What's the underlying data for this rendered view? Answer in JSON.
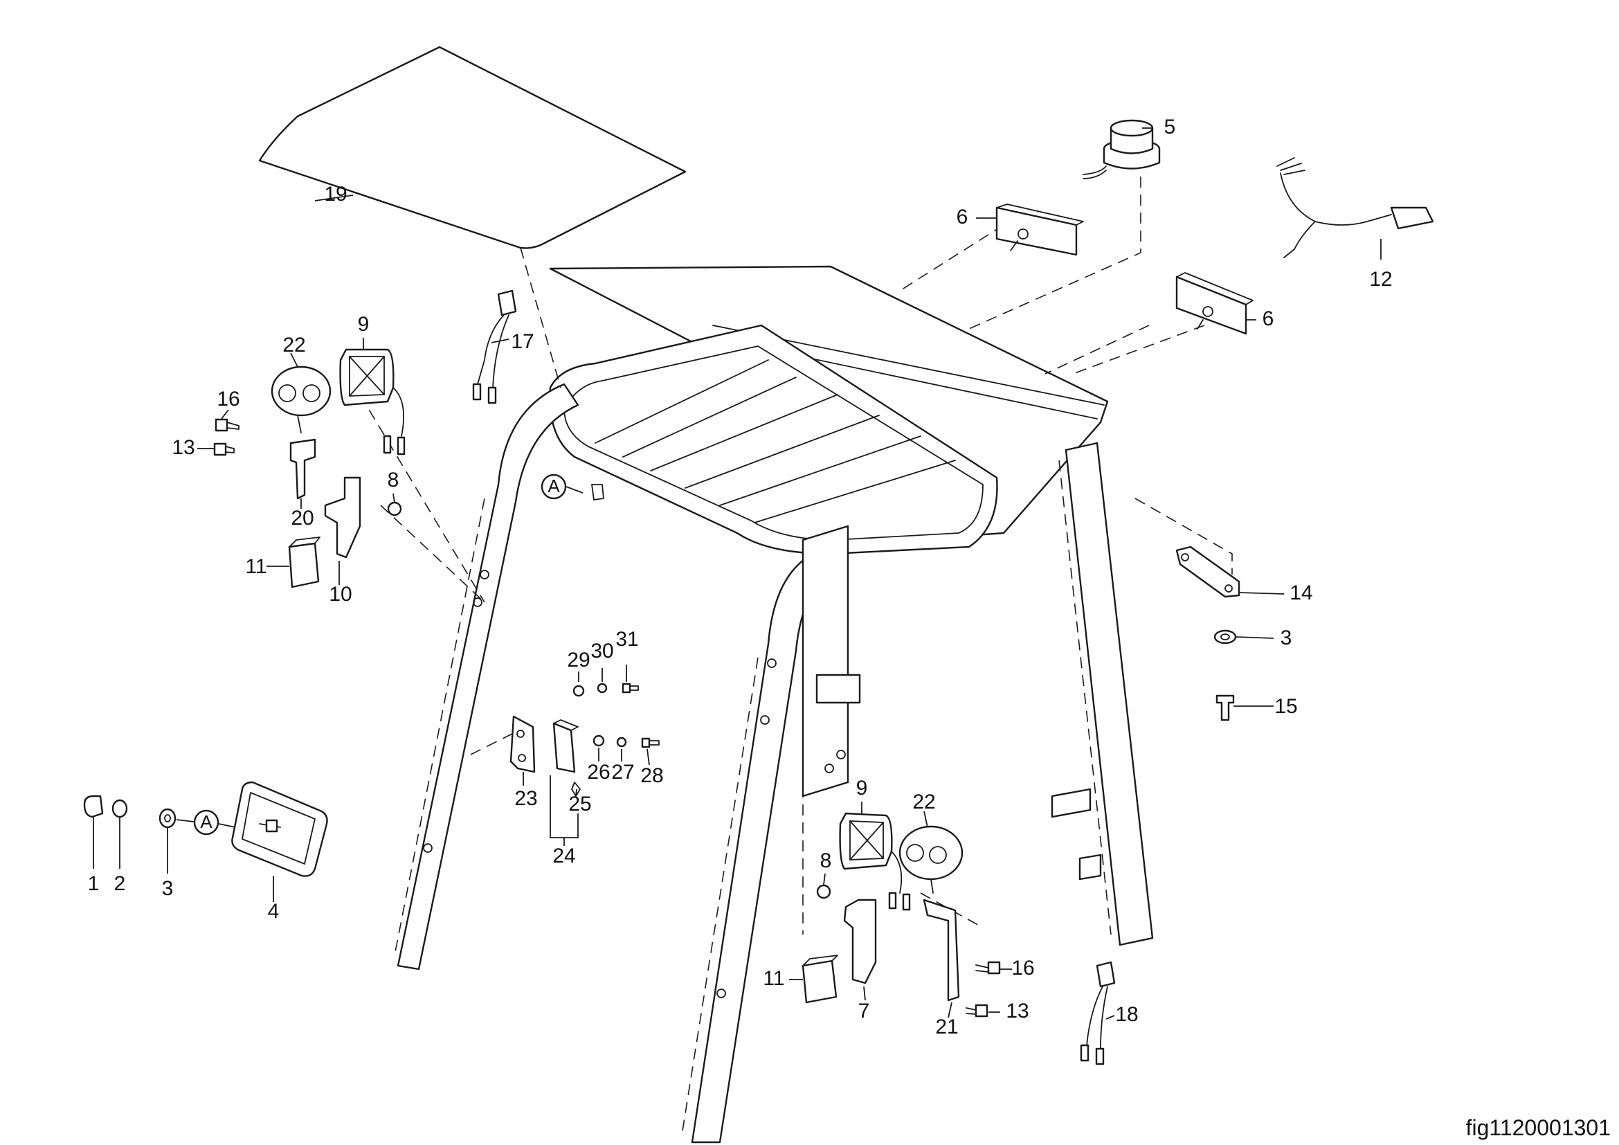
{
  "figure": {
    "figure_id": "fig1120001301",
    "ref_marker": "A"
  },
  "callouts": [
    {
      "key": "c1",
      "label": "1"
    },
    {
      "key": "c2",
      "label": "2"
    },
    {
      "key": "c3a",
      "label": "3"
    },
    {
      "key": "c3b",
      "label": "3"
    },
    {
      "key": "c4",
      "label": "4"
    },
    {
      "key": "c5",
      "label": "5"
    },
    {
      "key": "c6a",
      "label": "6"
    },
    {
      "key": "c6b",
      "label": "6"
    },
    {
      "key": "c7",
      "label": "7"
    },
    {
      "key": "c8a",
      "label": "8"
    },
    {
      "key": "c8b",
      "label": "8"
    },
    {
      "key": "c9a",
      "label": "9"
    },
    {
      "key": "c9b",
      "label": "9"
    },
    {
      "key": "c10",
      "label": "10"
    },
    {
      "key": "c11a",
      "label": "11"
    },
    {
      "key": "c11b",
      "label": "11"
    },
    {
      "key": "c12",
      "label": "12"
    },
    {
      "key": "c13a",
      "label": "13"
    },
    {
      "key": "c13b",
      "label": "13"
    },
    {
      "key": "c14",
      "label": "14"
    },
    {
      "key": "c15",
      "label": "15"
    },
    {
      "key": "c16a",
      "label": "16"
    },
    {
      "key": "c16b",
      "label": "16"
    },
    {
      "key": "c17",
      "label": "17"
    },
    {
      "key": "c18",
      "label": "18"
    },
    {
      "key": "c19",
      "label": "19"
    },
    {
      "key": "c20",
      "label": "20"
    },
    {
      "key": "c21",
      "label": "21"
    },
    {
      "key": "c22a",
      "label": "22"
    },
    {
      "key": "c22b",
      "label": "22"
    },
    {
      "key": "c23",
      "label": "23"
    },
    {
      "key": "c24",
      "label": "24"
    },
    {
      "key": "c25",
      "label": "25"
    },
    {
      "key": "c26",
      "label": "26"
    },
    {
      "key": "c27",
      "label": "27"
    },
    {
      "key": "c28",
      "label": "28"
    },
    {
      "key": "c29",
      "label": "29"
    },
    {
      "key": "c30",
      "label": "30"
    },
    {
      "key": "c31",
      "label": "31"
    }
  ]
}
